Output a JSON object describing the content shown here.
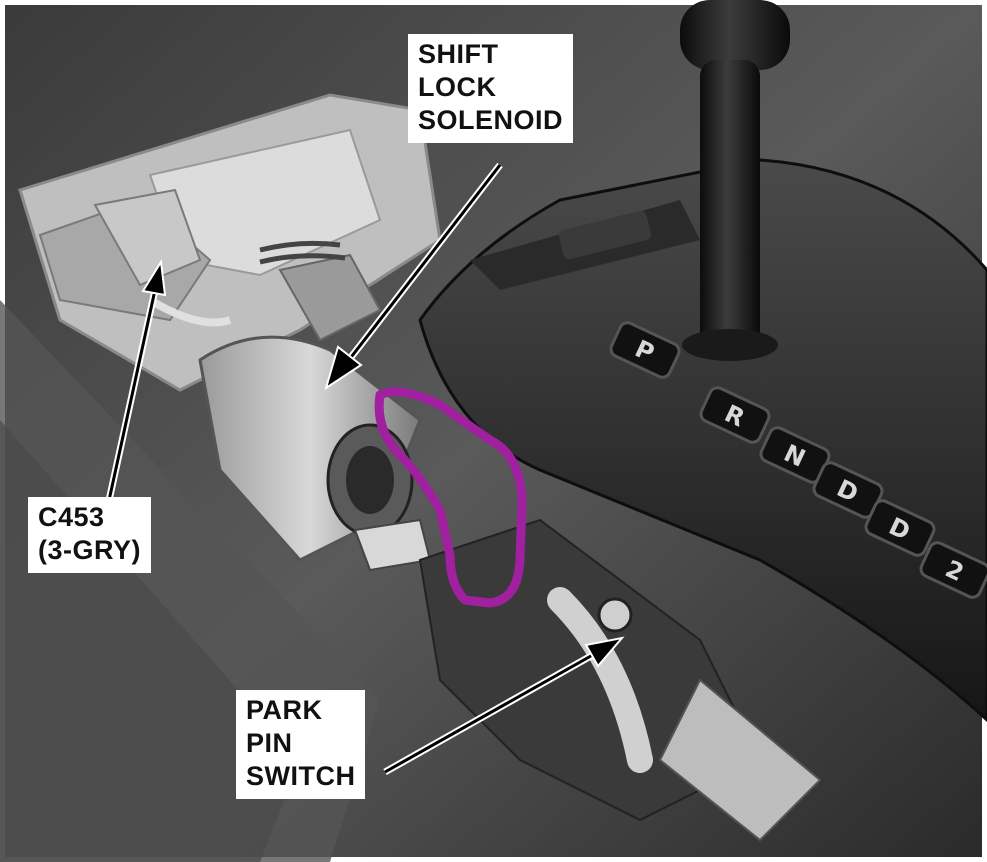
{
  "labels": {
    "shift_lock_solenoid": "SHIFT\nLOCK\nSOLENOID",
    "c453": "C453\n(3-GRY)",
    "park_pin_switch": "PARK\nPIN\nSWITCH"
  },
  "gear_letters": [
    "P",
    "R",
    "N",
    "D",
    "D",
    "2"
  ],
  "colors": {
    "highlight": "#a020a0",
    "photo_dark": "#1c1c1c",
    "photo_mid": "#6e6e6e",
    "photo_light": "#cfcfcf"
  }
}
